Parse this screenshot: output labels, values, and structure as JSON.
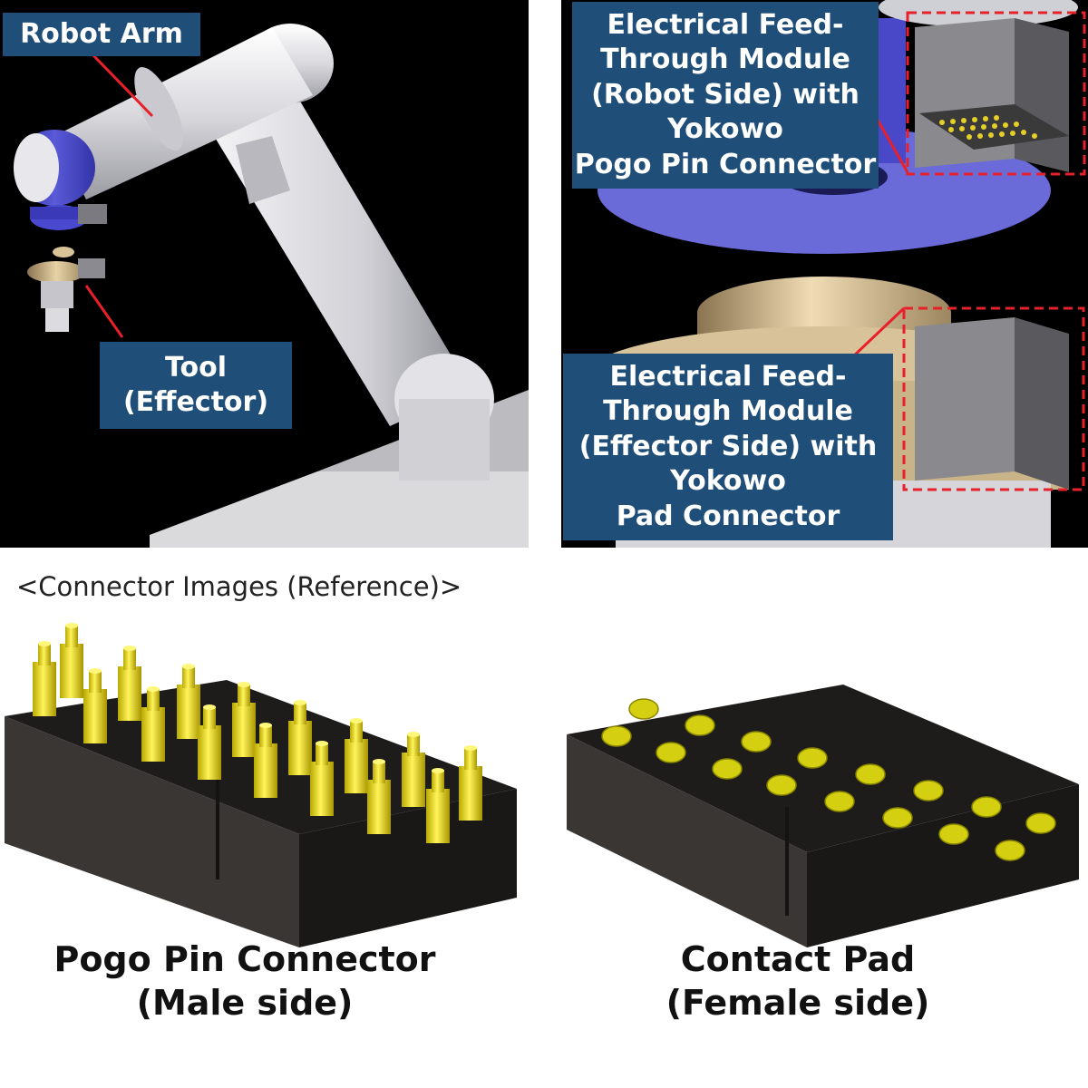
{
  "panels": {
    "robot": {
      "robot_arm_label": "Robot Arm",
      "tool_label": "Tool\n(Effector)"
    },
    "closeup": {
      "robot_side_label": "Electrical Feed-\nThrough Module\n(Robot Side) with\nYokowo\nPogo Pin Connector",
      "effector_side_label": "Electrical Feed-\nThrough Module\n(Effector Side) with\nYokowo\nPad Connector"
    }
  },
  "reference": {
    "title": "<Connector Images (Reference)>",
    "pogo_caption": "Pogo Pin Connector\n(Male side)",
    "pad_caption": "Contact Pad\n(Female side)"
  },
  "colors": {
    "callout_bg": "#1f4e79",
    "leader_line": "#e8202a",
    "pin_yellow": "#e6e000",
    "housing": "#2e2b29"
  }
}
